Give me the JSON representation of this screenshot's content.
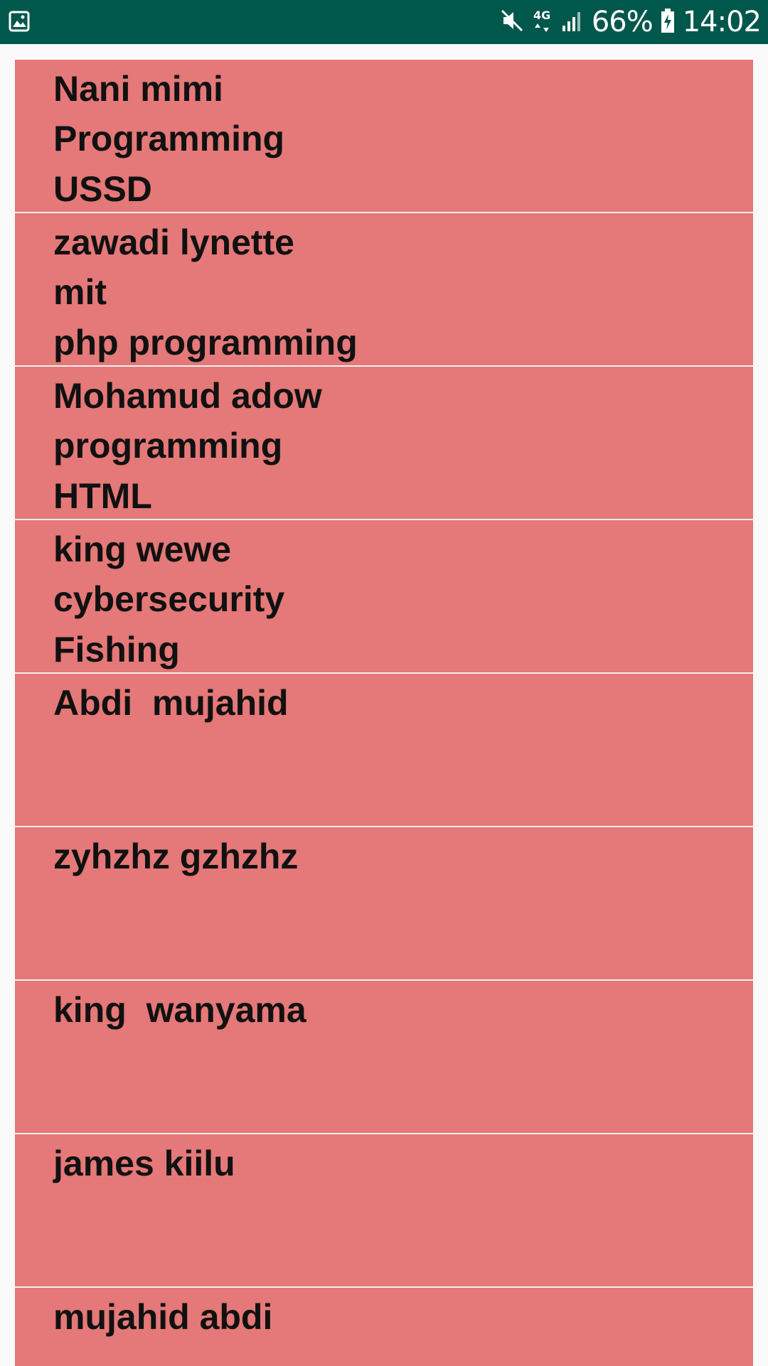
{
  "status_bar": {
    "battery": "66%",
    "time": "14:02",
    "network": "4G",
    "icons": [
      "gallery-icon",
      "mute-icon",
      "network-4g-icon",
      "signal-icon",
      "battery-charging-icon"
    ]
  },
  "items": [
    {
      "name": "Nani mimi",
      "course": "Programming",
      "topic": "USSD"
    },
    {
      "name": "zawadi lynette",
      "course": "mit",
      "topic": "php programming"
    },
    {
      "name": "Mohamud adow",
      "course": "programming",
      "topic": "HTML"
    },
    {
      "name": "king wewe",
      "course": "cybersecurity",
      "topic": "Fishing"
    },
    {
      "name": "Abdi  mujahid",
      "course": "",
      "topic": ""
    },
    {
      "name": "zyhzhz gzhzhz",
      "course": "",
      "topic": ""
    },
    {
      "name": "king  wanyama",
      "course": "",
      "topic": ""
    },
    {
      "name": "james kiilu",
      "course": "",
      "topic": ""
    },
    {
      "name": "mujahid abdi",
      "course": "",
      "topic": ""
    }
  ],
  "colors": {
    "status_bar": "#00574b",
    "item_background": "#e57878",
    "text": "#111111",
    "page_background": "#fafafa"
  }
}
